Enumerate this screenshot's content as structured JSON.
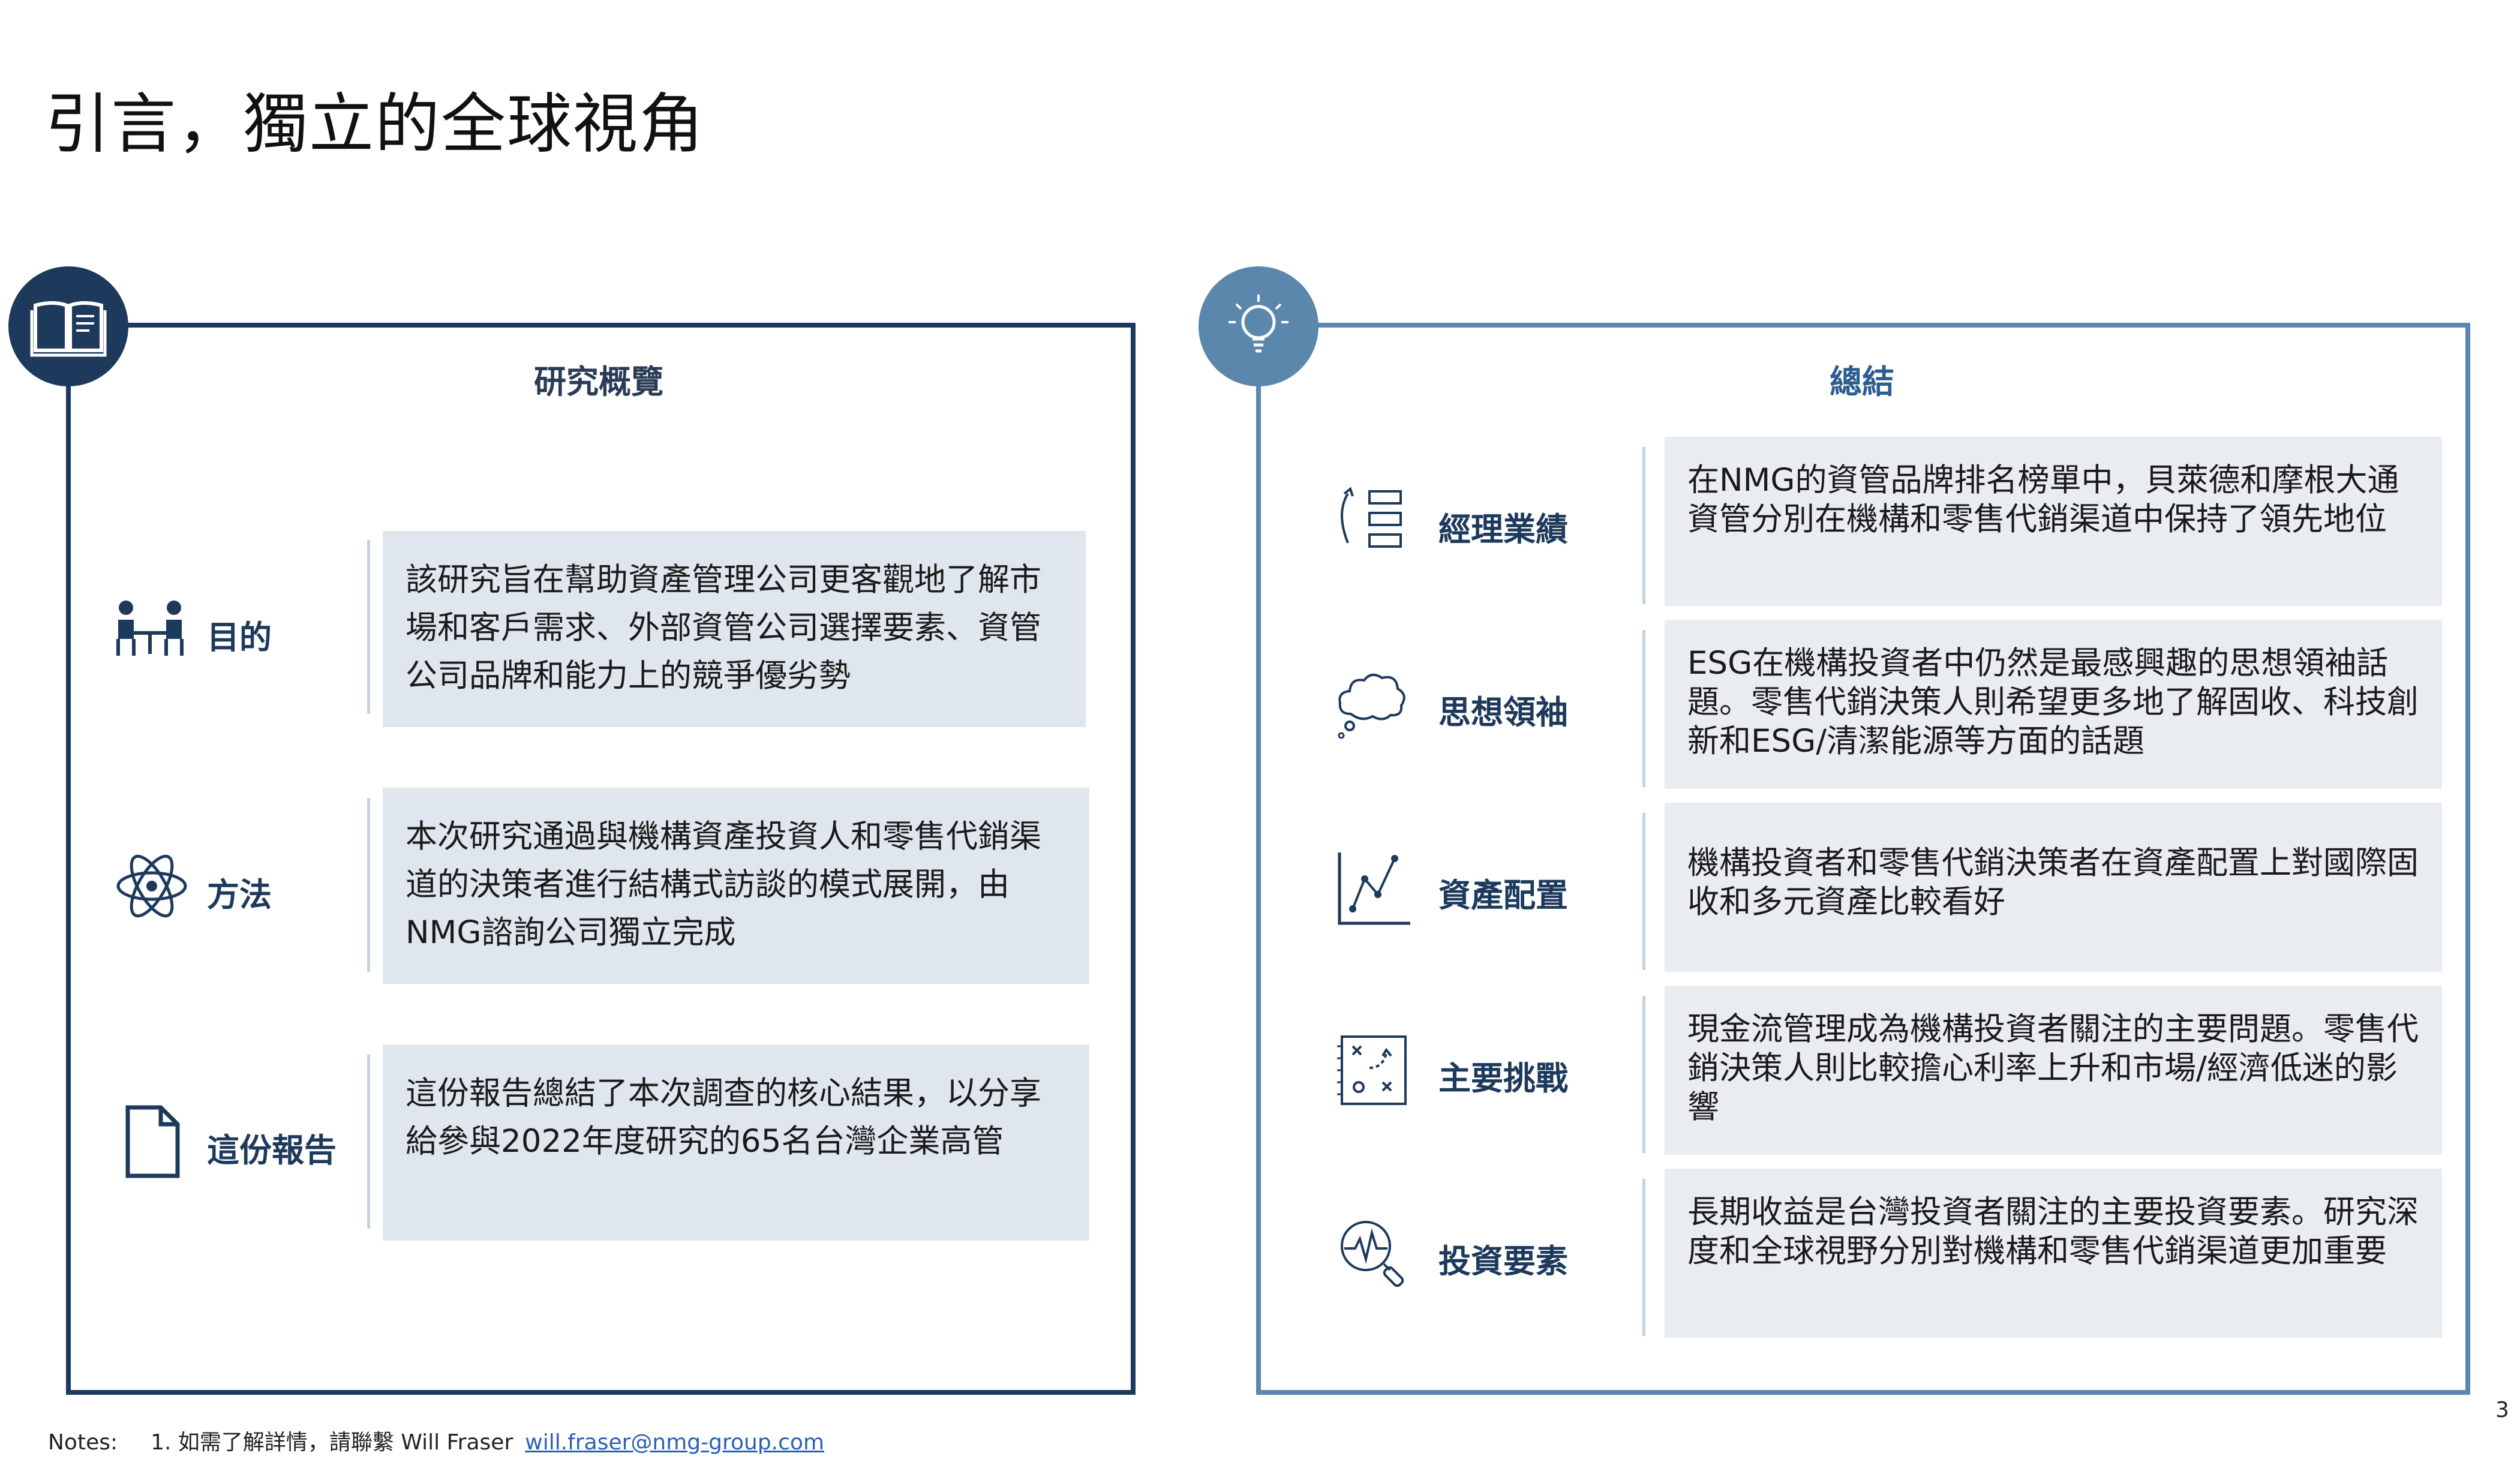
{
  "title": "引言，獨立的全球視角",
  "left_panel": {
    "heading": "研究概覽",
    "badge_icon": "open-book-icon",
    "rows": [
      {
        "label": "目的",
        "icon": "meeting-people-icon",
        "text": "該研究旨在幫助資產管理公司更客觀地了解市場和客戶需求、外部資管公司選擇要素、資管公司品牌和能力上的競爭優劣勢"
      },
      {
        "label": "方法",
        "icon": "atom-icon",
        "text": "本次研究通過與機構資產投資人和零售代銷渠道的決策者進行結構式訪談的模式展開，由NMG諮詢公司獨立完成"
      },
      {
        "label": "這份報告",
        "icon": "document-icon",
        "text": "這份報告總結了本次調查的核心結果，以分享給參與2022年度研究的65名台灣企業高管"
      }
    ]
  },
  "right_panel": {
    "heading": "總結",
    "badge_icon": "lightbulb-icon",
    "rows": [
      {
        "label": "經理業績",
        "icon": "ranking-list-icon",
        "text": "在NMG的資管品牌排名榜單中，貝萊德和摩根大通資管分別在機構和零售代銷渠道中保持了領先地位"
      },
      {
        "label": "思想領袖",
        "icon": "thought-cloud-icon",
        "text": "ESG在機構投資者中仍然是最感興趣的思想領袖話題。零售代銷決策人則希望更多地了解固收、科技創新和ESG/清潔能源等方面的話題"
      },
      {
        "label": "資產配置",
        "icon": "line-chart-icon",
        "text": "機構投資者和零售代銷決策者在資產配置上對國際固收和多元資產比較看好"
      },
      {
        "label": "主要挑戰",
        "icon": "strategy-board-icon",
        "text": "現金流管理成為機構投資者關注的主要問題。零售代銷決策人則比較擔心利率上升和市場/經濟低迷的影響"
      },
      {
        "label": "投資要素",
        "icon": "magnifier-pulse-icon",
        "text": "長期收益是台灣投資者關注的主要投資要素。研究深度和全球視野分別對機構和零售代銷渠道更加重要"
      }
    ]
  },
  "notes": {
    "label": "Notes:",
    "item": "1. 如需了解詳情，請聯繫 Will Fraser",
    "email": "will.fraser@nmg-group.com"
  },
  "page_number": "3",
  "colors": {
    "navy": "#1d3a5c",
    "steel_blue": "#5b87ad",
    "box_fill": "#dfe6ee"
  }
}
